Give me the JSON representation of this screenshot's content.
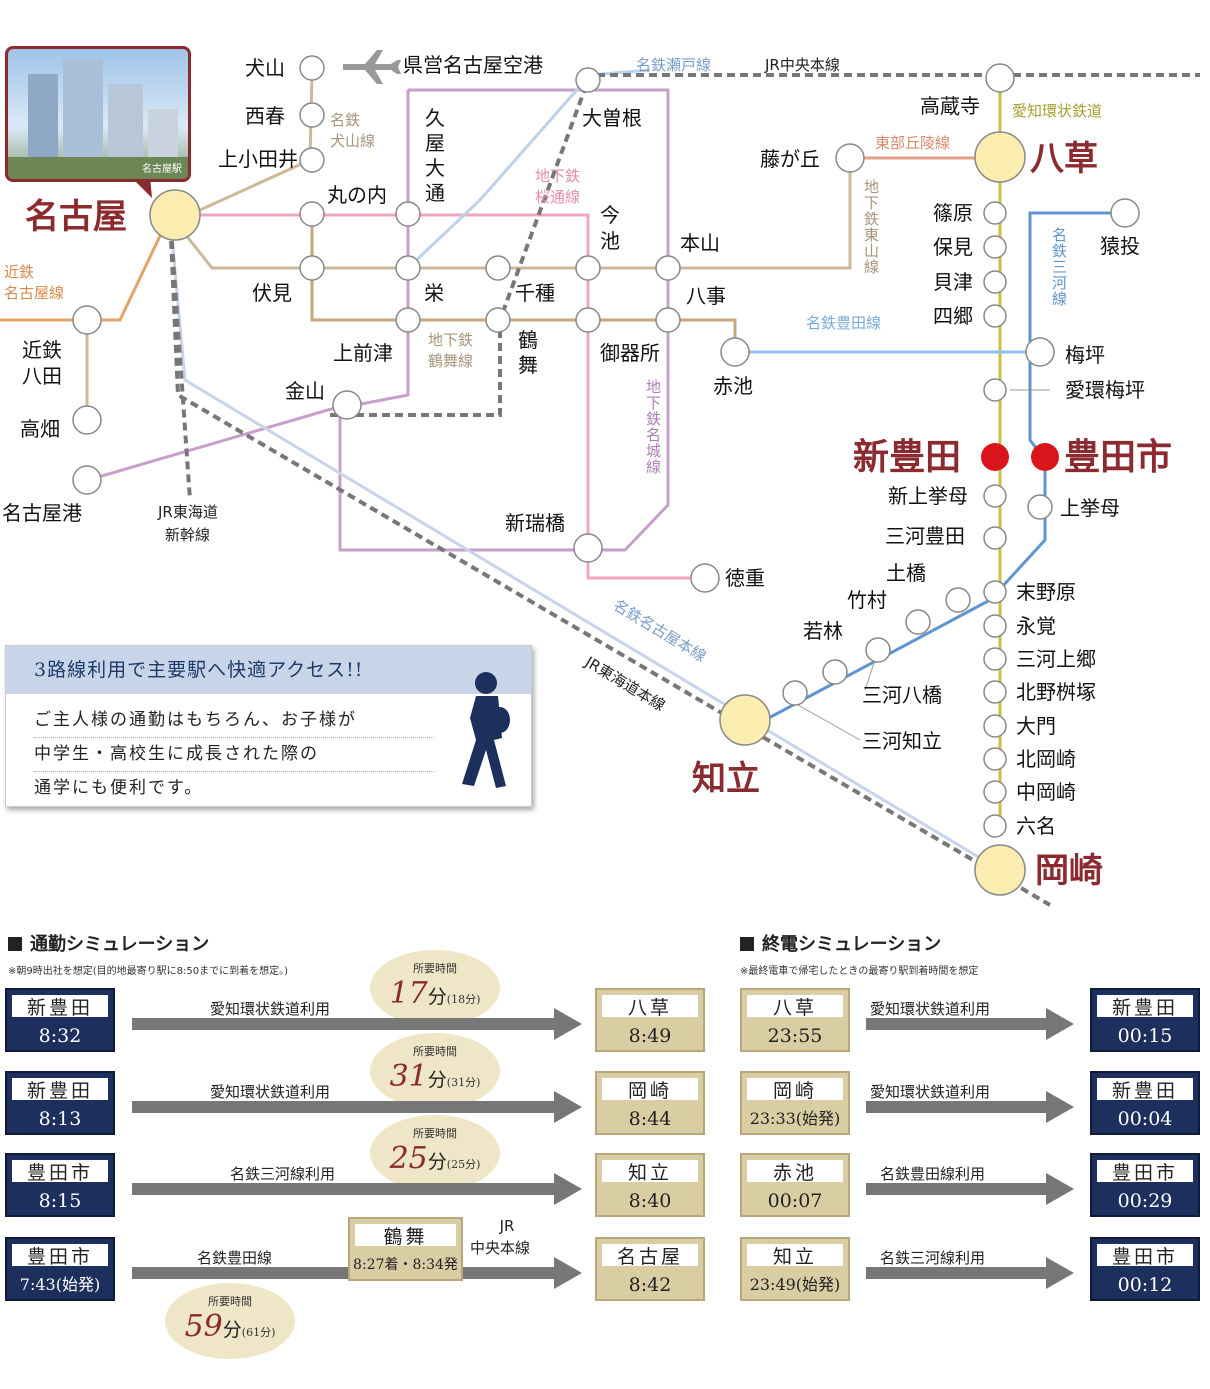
{
  "map": {
    "photo_caption": "名古屋駅",
    "major_stations": {
      "nagoya": "名古屋",
      "yagusa": "八草",
      "shintoyota": "新豊田",
      "toyotashi": "豊田市",
      "chiryu": "知立",
      "okazaki": "岡崎"
    },
    "stations": {
      "inuyama": "犬山",
      "nishiharu": "西春",
      "kamiotai": "上小田井",
      "airport": "県営名古屋空港",
      "hisaya1": "久",
      "hisaya2": "屋",
      "hisaya3": "大",
      "hisaya4": "通",
      "ozone": "大曽根",
      "kozoji": "高蔵寺",
      "fujigaoka": "藤が丘",
      "marunouchi": "丸の内",
      "imaike1": "今",
      "imaike2": "池",
      "motoyama": "本山",
      "fushimi": "伏見",
      "sakae": "栄",
      "chikusa": "千種",
      "yagoto": "八事",
      "kamimaezu": "上前津",
      "tsurumai1": "鶴",
      "tsurumai2": "舞",
      "gokiso": "御器所",
      "akaike": "赤池",
      "kanayama": "金山",
      "kintetsu_hatta1": "近鉄",
      "kintetsu_hatta2": "八田",
      "takabata": "高畑",
      "nagoyako": "名古屋港",
      "aratamabashi": "新瑞橋",
      "tokushige": "徳重",
      "shinohara": "篠原",
      "homi": "保見",
      "kaizu": "貝津",
      "shigo": "四郷",
      "sanage": "猿投",
      "umetsubo": "梅坪",
      "aikan_umetsubo": "愛環梅坪",
      "shinuwagoromo": "新上挙母",
      "mikawatoyota": "三河豊田",
      "uwagoromo": "上挙母",
      "tsuchihashi": "土橋",
      "takemura": "竹村",
      "wakabayashi": "若林",
      "mikawayahashi": "三河八橋",
      "mikawachiryu": "三河知立",
      "suenohara": "末野原",
      "eikaku": "永覚",
      "mikawakamigo": "三河上郷",
      "kitanomasuzuka": "北野桝塚",
      "daimon": "大門",
      "kitaokazaki": "北岡崎",
      "nakaokazaki": "中岡崎",
      "mutsuna": "六名"
    },
    "lines": {
      "meitetsu_seto": "名鉄瀬戸線",
      "jr_chuo": "JR中央本線",
      "aichi_loop": "愛知環状鉄道",
      "tobu_kyuryo": "東部丘陵線",
      "meitetsu_inuyama1": "名鉄",
      "meitetsu_inuyama2": "犬山線",
      "sakuradori1": "地下鉄",
      "sakuradori2": "桜通線",
      "higashiyama": [
        "地",
        "下",
        "鉄",
        "東",
        "山",
        "線"
      ],
      "mikawa": [
        "名",
        "鉄",
        "三",
        "河",
        "線"
      ],
      "toyota_line": "名鉄豊田線",
      "tsurumai_line1": "地下鉄",
      "tsurumai_line2": "鶴舞線",
      "meijo": [
        "地",
        "下",
        "鉄",
        "名",
        "城",
        "線"
      ],
      "kintetsu1": "近鉄",
      "kintetsu2": "名古屋線",
      "shinkansen1": "JR東海道",
      "shinkansen2": "新幹線",
      "meitetsu_nagoya_main": "名鉄名古屋本線",
      "jr_tokaido_main": "JR東海道本線"
    }
  },
  "callout": {
    "title": "3路線利用で主要駅へ快適アクセス!!",
    "lines": [
      "ご主人様の通勤はもちろん、お子様が",
      "中学生・高校生に成長された際の",
      "通学にも便利です。"
    ]
  },
  "commute": {
    "title": "通勤シミュレーション",
    "note": "※朝9時出社を想定(目的地最寄り駅に8:50までに到着を想定。)",
    "duration_label": "所要時間",
    "duration_unit": "分",
    "rows": [
      {
        "from": "新豊田",
        "from_time": "8:32",
        "route": "愛知環状鉄道利用",
        "minutes": "17",
        "sub": "(18分)",
        "to": "八草",
        "to_time": "8:49"
      },
      {
        "from": "新豊田",
        "from_time": "8:13",
        "route": "愛知環状鉄道利用",
        "minutes": "31",
        "sub": "(31分)",
        "to": "岡崎",
        "to_time": "8:44"
      },
      {
        "from": "豊田市",
        "from_time": "8:15",
        "route": "名鉄三河線利用",
        "minutes": "25",
        "sub": "(25分)",
        "to": "知立",
        "to_time": "8:40"
      },
      {
        "from": "豊田市",
        "from_time": "7:43(始発)",
        "route": "名鉄豊田線",
        "transfer": "鶴舞",
        "transfer_time": "8:27着・8:34発",
        "route2a": "JR",
        "route2b": "中央本線",
        "minutes": "59",
        "sub": "(61分)",
        "to": "名古屋",
        "to_time": "8:42"
      }
    ]
  },
  "last_train": {
    "title": "終電シミュレーション",
    "note": "※最終電車で帰宅したときの最寄り駅到着時間を想定",
    "rows": [
      {
        "from": "八草",
        "from_time": "23:55",
        "route": "愛知環状鉄道利用",
        "to": "新豊田",
        "to_time": "00:15"
      },
      {
        "from": "岡崎",
        "from_time": "23:33(始発)",
        "route": "愛知環状鉄道利用",
        "to": "新豊田",
        "to_time": "00:04"
      },
      {
        "from": "赤池",
        "from_time": "00:07",
        "route": "名鉄豊田線利用",
        "to": "豊田市",
        "to_time": "00:29"
      },
      {
        "from": "知立",
        "from_time": "23:49(始発)",
        "route": "名鉄三河線利用",
        "to": "豊田市",
        "to_time": "00:12"
      }
    ]
  },
  "colors": {
    "station_major": "#fbecb0",
    "accent_red": "#d9141b",
    "brand": "#8b2a2f",
    "navy": "#1d2f5c",
    "sand": "#d9cda4"
  }
}
